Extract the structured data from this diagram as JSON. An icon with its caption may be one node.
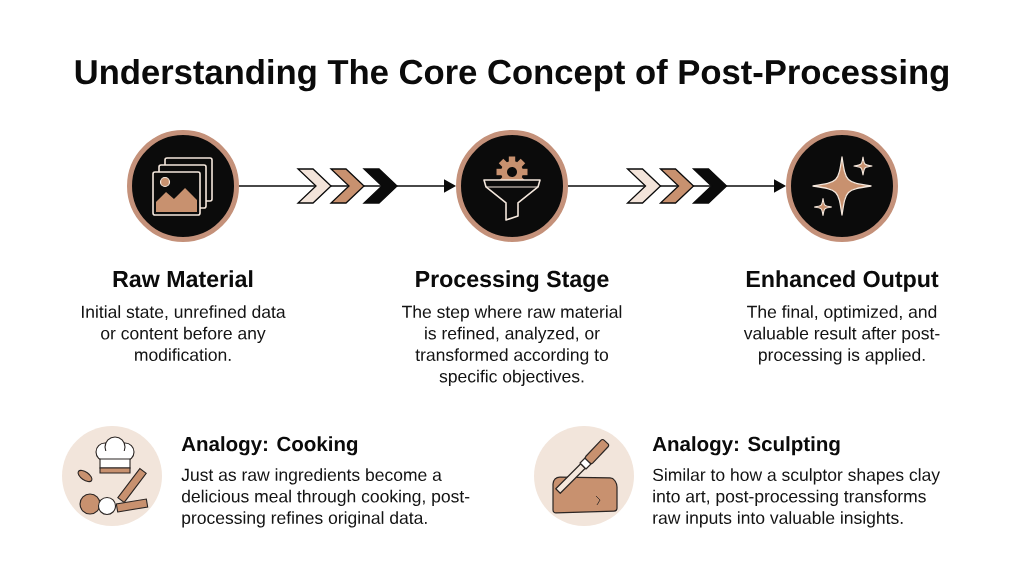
{
  "diagram": {
    "title": "Understanding The Core Concept of Post-Processing",
    "nodes": [
      {
        "text": [
          "Raw Material",
          "Initial state, unrefined data or content before any modification."
        ]
      },
      {
        "text": [
          "Processing Stage",
          "The step where raw material is refined, analyzed, or transformed according to specific objectives."
        ]
      },
      {
        "text": [
          "Enhanced Output",
          "The final, optimized, and valuable result after post-processing is applied."
        ]
      },
      {
        "text": [
          "Analogy: Cooking",
          "Just as raw ingredients become a delicious meal through cooking, post-processing refines original data."
        ]
      },
      {
        "text": [
          "Analogy: Sculpting",
          "Similar to how a sculptor shapes clay into art, post-processing transforms raw inputs into valuable insights."
        ]
      }
    ],
    "edges": [
      {
        "from": 0,
        "to": 1,
        "arrow": "to"
      },
      {
        "from": 1,
        "to": 2,
        "arrow": "to"
      }
    ]
  }
}
